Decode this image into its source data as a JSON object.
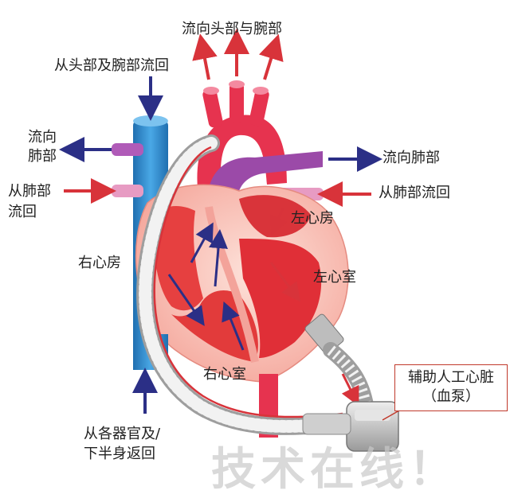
{
  "labels": {
    "to_head_arms": "流向头部与腕部",
    "from_head_arms": "从头部及腕部流回",
    "to_lung_left_line1": "流向",
    "to_lung_left_line2": "肺部",
    "to_lung_right": "流向肺部",
    "from_lung_left_line1": "从肺部",
    "from_lung_left_line2": "流回",
    "from_lung_right": "从肺部流回",
    "left_atrium": "左心房",
    "right_atrium": "右心房",
    "left_ventricle": "左心室",
    "right_ventricle": "右心室",
    "from_organs_line1": "从各器官及/",
    "from_organs_line2": "下半身返回",
    "lvad_line1": "辅助人工心脏",
    "lvad_line2": "（血泵）"
  },
  "watermark": "技术在线！",
  "colors": {
    "arrow_red": "#d8333a",
    "arrow_blue": "#2b2f86",
    "vein_blue": "#2e8fd0",
    "aorta_red": "#e6334f",
    "pulmonary_purple": "#9b4aa8",
    "heart_pink": "#f7b8b0",
    "heart_red": "#e23b3b",
    "pump_gray": "#bdbdbd"
  }
}
